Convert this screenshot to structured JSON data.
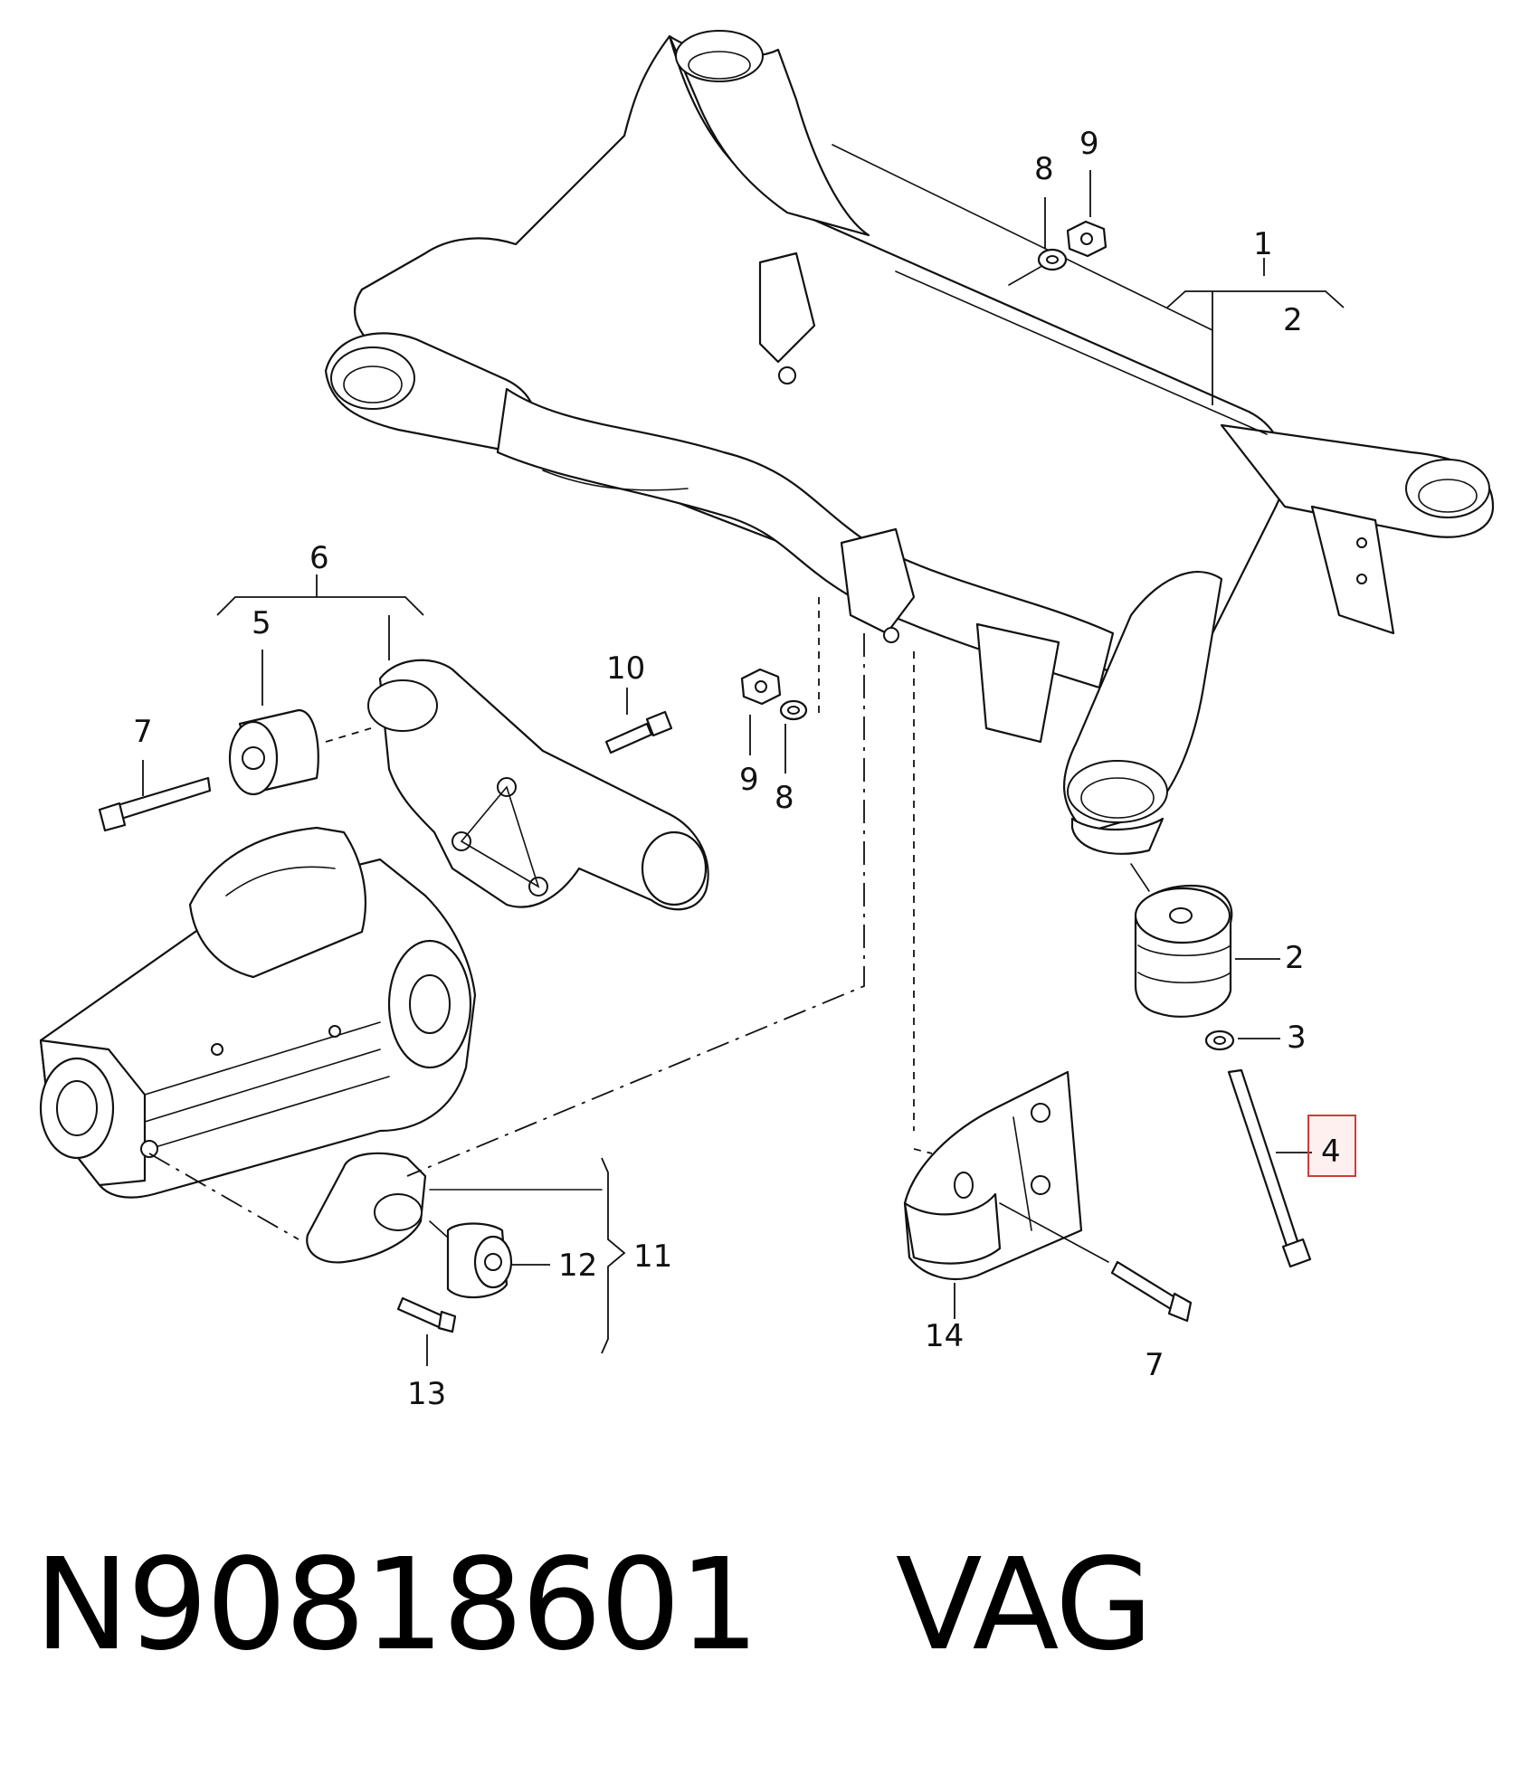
{
  "callouts": {
    "c1": "1",
    "c2a": "2",
    "c2b": "2",
    "c3": "3",
    "c4": "4",
    "c5": "5",
    "c6": "6",
    "c7a": "7",
    "c7b": "7",
    "c8a": "8",
    "c8b": "8",
    "c9a": "9",
    "c9b": "9",
    "c10": "10",
    "c11": "11",
    "c12": "12",
    "c13": "13",
    "c14": "14"
  },
  "highlighted_callout": "4",
  "footer": {
    "part_number": "N90818601",
    "brand": "VAG"
  }
}
